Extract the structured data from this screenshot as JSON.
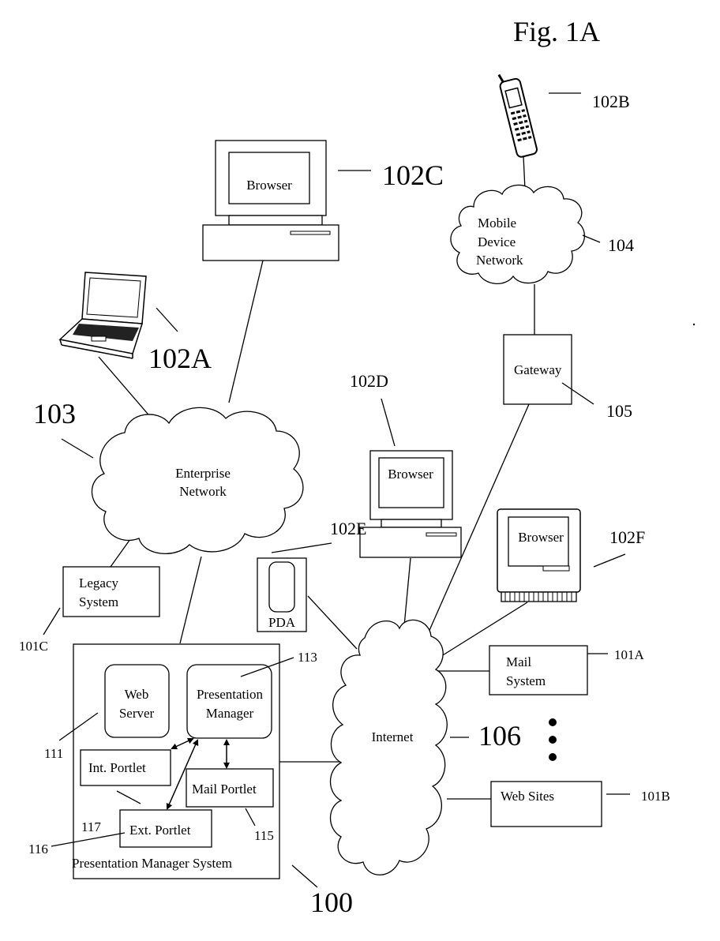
{
  "figure": {
    "title": "Fig. 1A"
  },
  "devices": {
    "phone": {
      "ref": "102B"
    },
    "desktop_c": {
      "screen": "Browser",
      "ref": "102C"
    },
    "laptop": {
      "ref": "102A"
    },
    "desktop_d": {
      "screen": "Browser",
      "ref": "102D"
    },
    "pda": {
      "label": "PDA",
      "ref": "102E"
    },
    "terminal_f": {
      "screen": "Browser",
      "ref": "102F"
    }
  },
  "networks": {
    "mobile": {
      "label_lines": [
        "Mobile",
        "Device",
        "Network"
      ],
      "ref": "104"
    },
    "enterprise": {
      "label_lines": [
        "Enterprise",
        "Network"
      ],
      "ref": "103"
    },
    "internet": {
      "label": "Internet",
      "ref": "106"
    }
  },
  "gateway": {
    "label": "Gateway",
    "ref": "105"
  },
  "legacy": {
    "label_lines": [
      "Legacy",
      "System"
    ],
    "ref": "101C"
  },
  "mail_system": {
    "label_lines": [
      "Mail",
      "System"
    ],
    "ref": "101A"
  },
  "web_sites": {
    "label": "Web Sites",
    "ref": "101B"
  },
  "pms": {
    "label": "Presentation Manager System",
    "ref": "100",
    "web_server": {
      "label_lines": [
        "Web",
        "Server"
      ],
      "ref": "111"
    },
    "presentation_manager": {
      "label_lines": [
        "Presentation",
        "Manager"
      ],
      "ref": "113"
    },
    "int_portlet": {
      "label": "Int.  Portlet",
      "ref": "117"
    },
    "mail_portlet": {
      "label": "Mail Portlet",
      "ref": "115"
    },
    "ext_portlet": {
      "label": "Ext. Portlet",
      "ref": "116"
    }
  }
}
